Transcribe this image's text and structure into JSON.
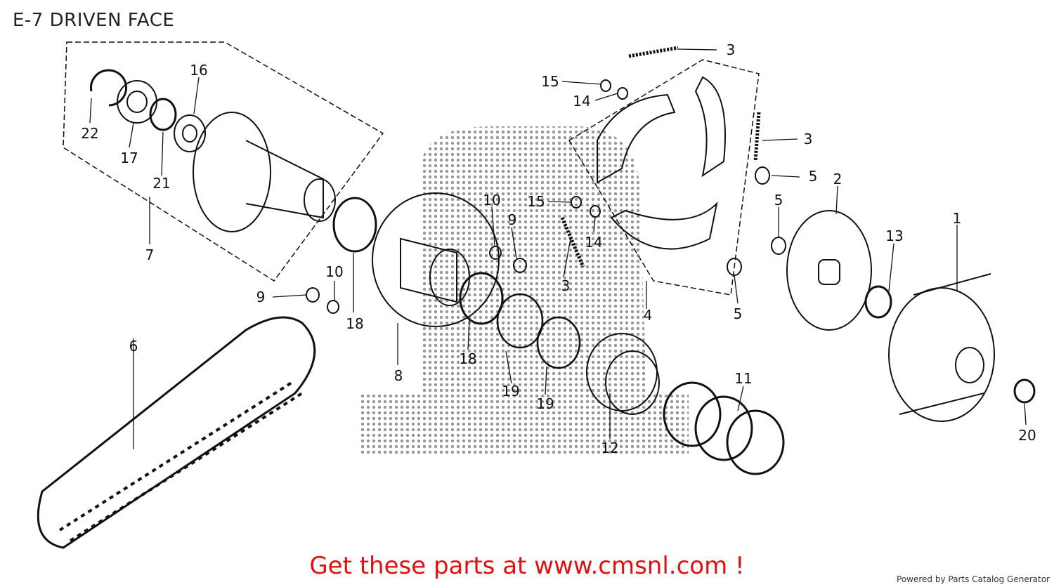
{
  "diagram": {
    "title": "E-7 DRIVEN FACE",
    "cta": "Get these parts at www.cmsnl.com !",
    "powered_by": "Powered by Parts Catalog Generator",
    "labels": [
      "1",
      "2",
      "3",
      "3",
      "3",
      "4",
      "5",
      "5",
      "5",
      "6",
      "7",
      "8",
      "9",
      "9",
      "10",
      "10",
      "11",
      "12",
      "13",
      "14",
      "14",
      "15",
      "15",
      "16",
      "17",
      "18",
      "18",
      "19",
      "19",
      "20",
      "21",
      "22"
    ]
  }
}
